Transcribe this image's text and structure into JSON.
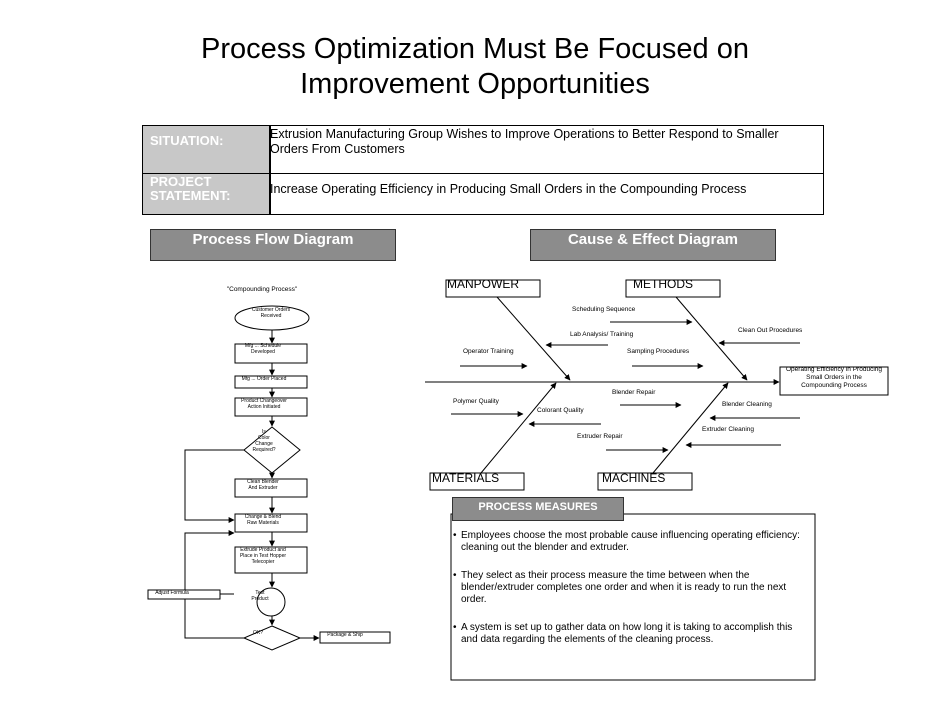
{
  "title": "Process Optimization Must Be Focused on\nImprovement Opportunities",
  "charter": {
    "situation_label": "SITUATION:",
    "situation_text": "Extrusion Manufacturing Group Wishes to Improve Operations to Better Respond to Smaller Orders From Customers",
    "project_label": "PROJECT STATEMENT:",
    "project_text": "Increase Operating Efficiency in Producing Small Orders in the Compounding Process"
  },
  "flow": {
    "header": "Process Flow Diagram",
    "caption": "\"Compounding Process\"",
    "steps": [
      "Customer Orders\nReceived",
      "Mfg ... Schedule\nDeveloped",
      "Mfg ... Order Placed",
      "Product Changeover\nAction Initiated",
      "Is\nColor\nChange\nRequired?",
      "Clean Blender\nAnd Extruder",
      "Change & Blend\nRaw  Materials",
      "Extrude Product and\nPlace in Test Hopper\nTelecopier",
      "Test\nProduct",
      "OK?"
    ],
    "side_left": "Adjust Formula",
    "side_right": "Package & Ship"
  },
  "fishbone": {
    "header": "Cause & Effect Diagram",
    "categories": {
      "manpower": "MANPOWER",
      "methods": "METHODS",
      "materials": "MATERIALS",
      "machines": "MACHINES"
    },
    "causes": {
      "scheduling": "Scheduling  Sequence",
      "clean_out": "Clean Out Procedures",
      "lab_analysis": "Lab Analysis/ Training",
      "operator_training": "Operator Training",
      "sampling": "Sampling Procedures",
      "blender_repair": "Blender Repair",
      "polymer_quality": "Polymer Quality",
      "blender_cleaning": "Blender Cleaning",
      "colorant_quality": "Colorant Quality",
      "extruder_cleaning": "Extruder  Cleaning",
      "extruder_repair": "Extruder Repair"
    },
    "effect": "Operating Efficiency in Producing\nSmall Orders in the\nCompounding Process"
  },
  "measures": {
    "header": "PROCESS MEASURES",
    "items": [
      "Employees choose the most probable cause influencing operating efficiency: cleaning out the blender and extruder.",
      "They select as their process measure the time between when the blender/extruder completes one order and when it is ready to run the next order.",
      "A system is set up to gather data on how  long it is taking to accomplish this and data regarding the elements of the cleaning process."
    ]
  }
}
